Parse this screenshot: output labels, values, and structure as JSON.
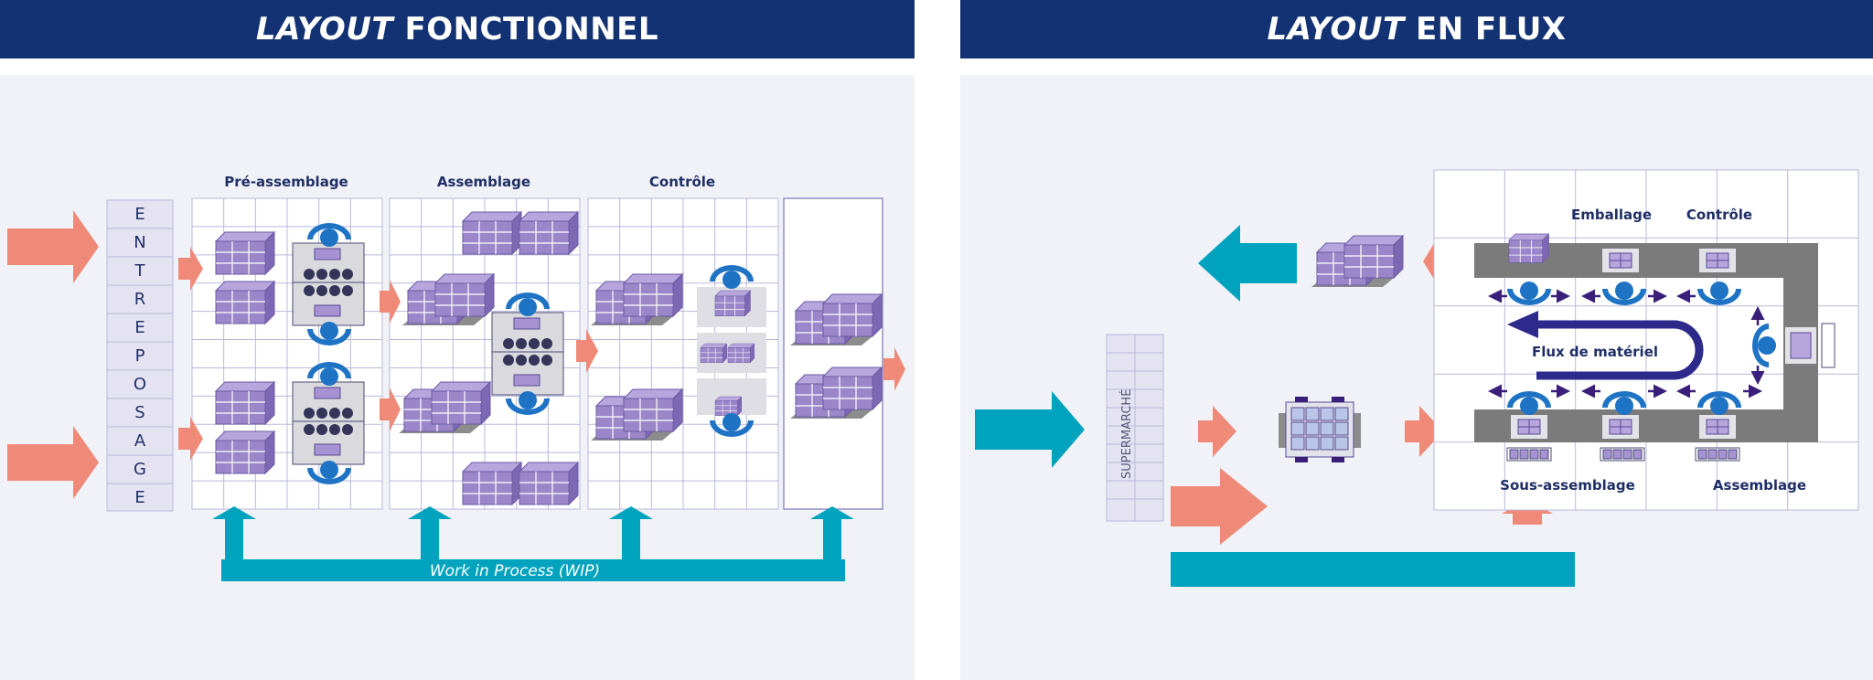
{
  "left": {
    "title_italic": "LAYOUT",
    "title_rest": "FONCTIONNEL",
    "storage_letters": [
      "E",
      "N",
      "T",
      "R",
      "E",
      "P",
      "O",
      "S",
      "A",
      "G",
      "E"
    ],
    "zones": [
      "Pré-assemblage",
      "Assemblage",
      "Contrôle"
    ],
    "wip_label": "Work in Process (WIP)"
  },
  "right": {
    "title_italic": "LAYOUT",
    "title_rest": "EN FLUX",
    "supermarket": "SUPERMARCHÉ",
    "cell_labels": {
      "packaging": "Emballage",
      "control": "Contrôle",
      "subassembly": "Sous-assemblage",
      "assembly": "Assemblage",
      "material_flow": "Flux de matériel"
    }
  },
  "colors": {
    "header": "#133273",
    "salmon": "#ef8a78",
    "teal": "#00a3bd",
    "boxes": "#9a86c8",
    "operator": "#1f73c4",
    "conveyor": "#7b7b7b",
    "grid": "#b8b8dc"
  }
}
